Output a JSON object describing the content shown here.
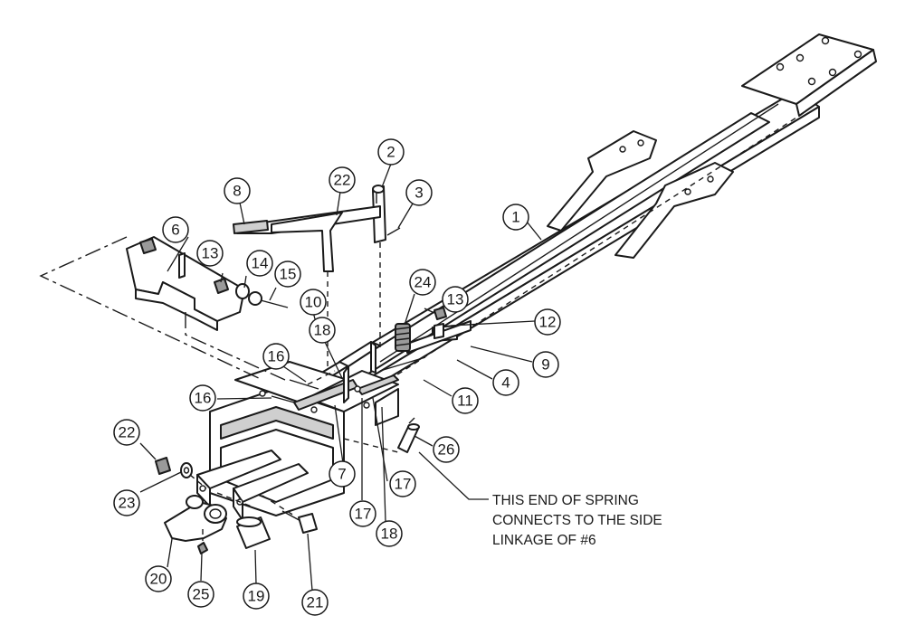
{
  "balloons": [
    {
      "label": "1"
    },
    {
      "label": "2"
    },
    {
      "label": "3"
    },
    {
      "label": "4"
    },
    {
      "label": "6"
    },
    {
      "label": "7"
    },
    {
      "label": "8"
    },
    {
      "label": "9"
    },
    {
      "label": "10"
    },
    {
      "label": "11"
    },
    {
      "label": "12"
    },
    {
      "label": "13"
    },
    {
      "label": "13"
    },
    {
      "label": "14"
    },
    {
      "label": "15"
    },
    {
      "label": "16"
    },
    {
      "label": "16"
    },
    {
      "label": "17"
    },
    {
      "label": "17"
    },
    {
      "label": "18"
    },
    {
      "label": "18"
    },
    {
      "label": "19"
    },
    {
      "label": "20"
    },
    {
      "label": "21"
    },
    {
      "label": "22"
    },
    {
      "label": "22"
    },
    {
      "label": "23"
    },
    {
      "label": "24"
    },
    {
      "label": "25"
    },
    {
      "label": "26"
    }
  ],
  "note": {
    "lines": [
      "THIS END OF SPRING",
      "CONNECTS TO THE SIDE",
      "LINKAGE OF #6"
    ]
  }
}
